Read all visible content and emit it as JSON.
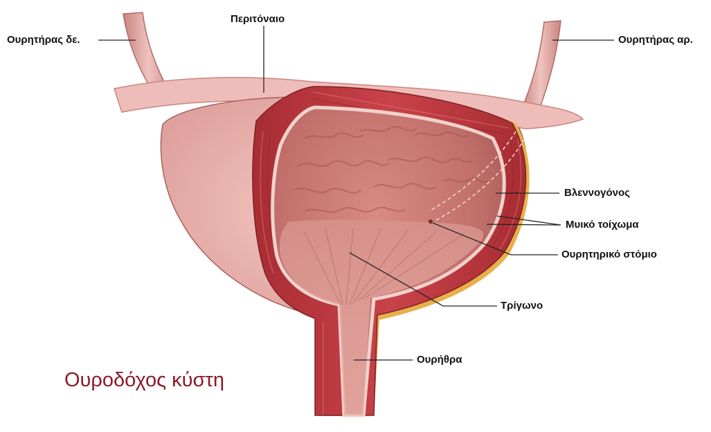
{
  "diagram": {
    "title": "Ουροδόχος κύστη",
    "labels": {
      "ureter_right": "Ουρητήρας δε.",
      "peritoneum": "Περιτόναιο",
      "ureter_left": "Ουρητήρας αρ.",
      "mucosa": "Βλεννογόνος",
      "muscular_wall": "Μυικό τοίχωμα",
      "ureteral_orifice": "Ουρητηρικό στόμιο",
      "trigone": "Τρίγωνο",
      "urethra": "Ουρήθρα"
    }
  },
  "colors": {
    "title": "#8b1a2b",
    "leader_line": "#222222",
    "outer_tissue": "#e0a3a0",
    "muscle": "#b8353a",
    "mucosa_inner": "#c8706e",
    "serosa_fat": "#e8b04a"
  }
}
